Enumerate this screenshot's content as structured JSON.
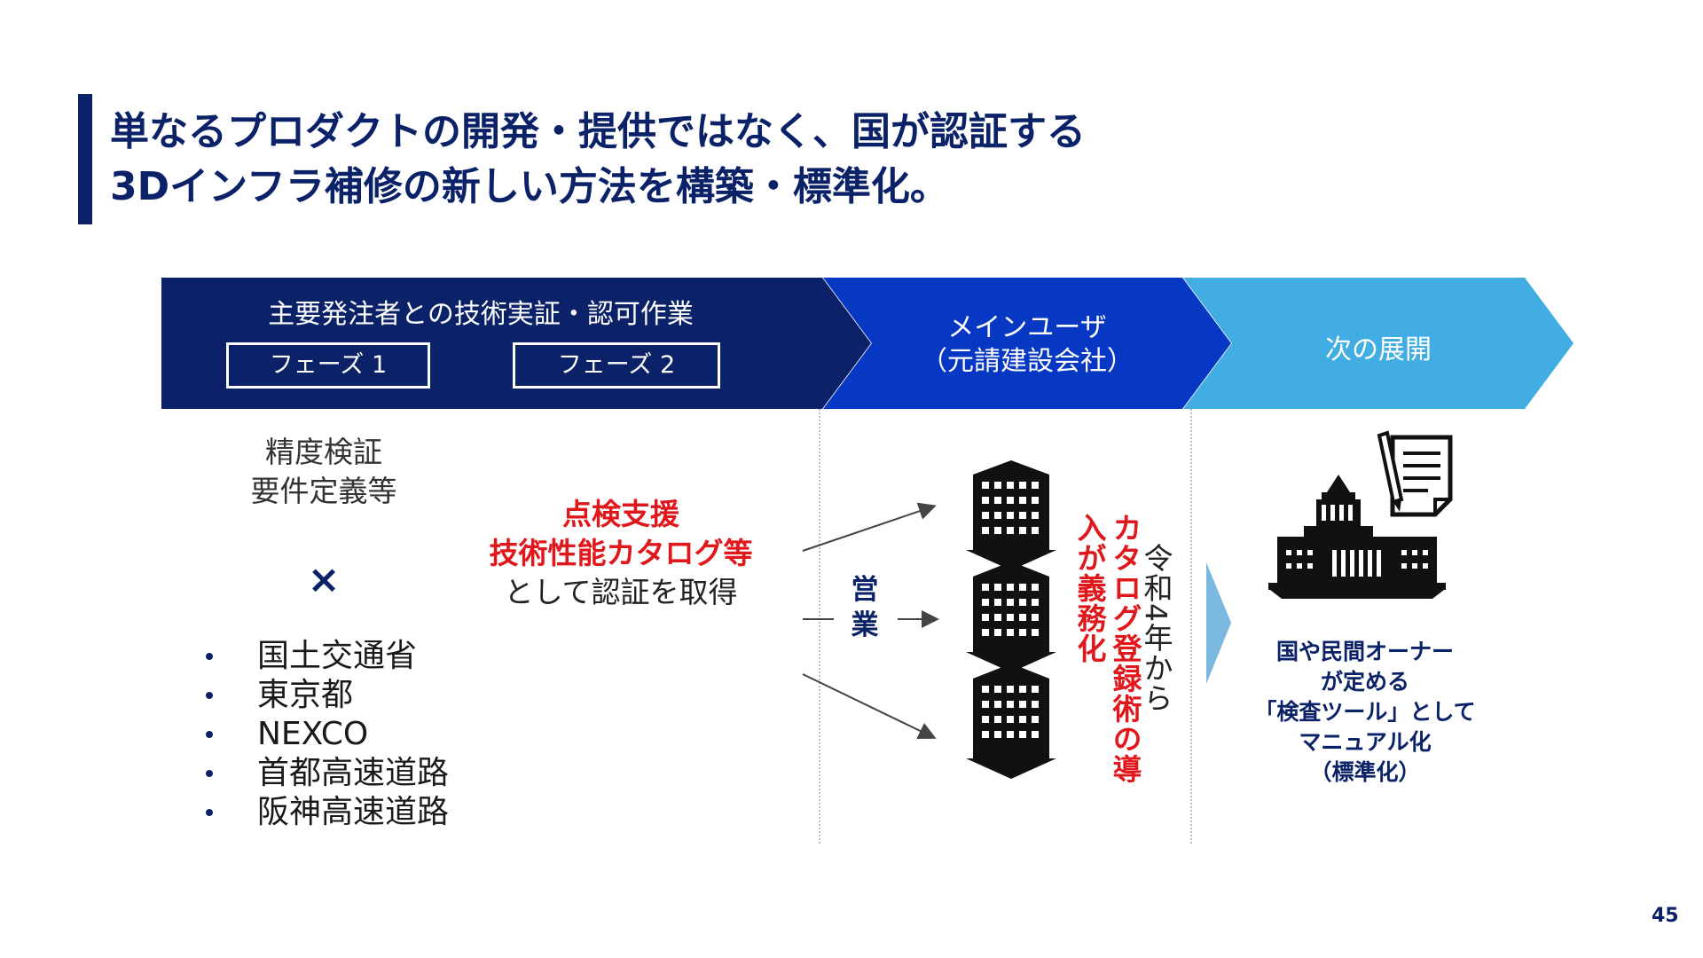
{
  "title": {
    "line1": "単なるプロダクトの開発・提供ではなく、国が認証する",
    "line2": "3Dインフラ補修の新しい方法を構築・標準化。"
  },
  "header": {
    "step1": {
      "label": "主要発注者との技術実証・認可作業",
      "phase1": "フェーズ 1",
      "phase2": "フェーズ 2"
    },
    "step2": {
      "line1": "メインユーザ",
      "line2": "（元請建設会社）"
    },
    "step3": {
      "label": "次の展開"
    }
  },
  "left": {
    "line1": "精度検証",
    "line2": "要件定義等",
    "cross": "×",
    "bullets": [
      "国土交通省",
      "東京都",
      "NEXCO",
      "首都高速道路",
      "阪神高速道路"
    ]
  },
  "cert": {
    "red_line1": "点検支援",
    "red_line2": "技術性能カタログ等",
    "line3": "として認証を取得"
  },
  "middle": {
    "eigyo": "営業",
    "vertical_red_col1": "カタログ登録術の",
    "vertical_red_col2": "導入が義務化",
    "vertical_black": "令和4年から"
  },
  "right": {
    "lines": [
      "国や民間オーナー",
      "が定める",
      "「検査ツール」として",
      "マニュアル化",
      "（標準化）"
    ]
  },
  "page_number": "45",
  "colors": {
    "navy": "#0b2268",
    "blue": "#0638c4",
    "light_blue": "#42ade3",
    "red": "#e0171b"
  }
}
